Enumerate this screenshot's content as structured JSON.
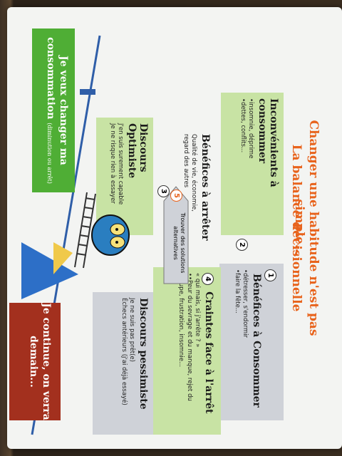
{
  "title": {
    "line1": "Changer une habitude n'est pas simple...",
    "line2": "La balance décisionnelle"
  },
  "boxes": {
    "benefices_consommer": {
      "number": "1",
      "heading": "Bénéfices à Consommer",
      "lines": [
        "•détresser, s'endormir",
        "•faire la fête..."
      ]
    },
    "inconvenients_consommer": {
      "number": "2",
      "heading": "Inconvénients à consommer",
      "lines": [
        "•insomnie, déprime",
        "•dettes, conflits..."
      ]
    },
    "benefices_arreter": {
      "number": "3",
      "heading": "Bénéfices à arrêter",
      "lines": [
        "Qualité de vie, économie,",
        "regard des autres"
      ]
    },
    "craintes_arret": {
      "number": "4",
      "heading": "Craintes face à l'arrêt",
      "lines": [
        "« qui mais, si j'arrête ? »",
        "••Peur du sevrage et du manque, rejet du",
        "groupe, frustration, insomnie..."
      ]
    }
  },
  "discours": {
    "optimiste": {
      "heading": "Discours Optimiste",
      "lines": [
        "J'en suis surement capable",
        "Je ne risque rien à essayer"
      ]
    },
    "pessimiste": {
      "heading": "Discours pessimiste",
      "lines": [
        "Je ne suis pas prêt(e)",
        "Échecs antérieurs (j'ai déjà essayé)"
      ]
    }
  },
  "arrow_box": {
    "number": "5",
    "text": "Trouver des solutions alternatives"
  },
  "ends": {
    "left": {
      "text": "Je veux changer ma consommation",
      "note": "(diminution ou arrêt)"
    },
    "right": {
      "text": "Je continue, on verra demain..."
    }
  },
  "colors": {
    "title": "#e8631c",
    "green_box": "#c8e3a4",
    "grey_box": "#cfd2d8",
    "green_strong": "#4fae35",
    "red_strong": "#a3301e",
    "beam": "#2f5ea8",
    "pivot": "#2d6fc7"
  }
}
